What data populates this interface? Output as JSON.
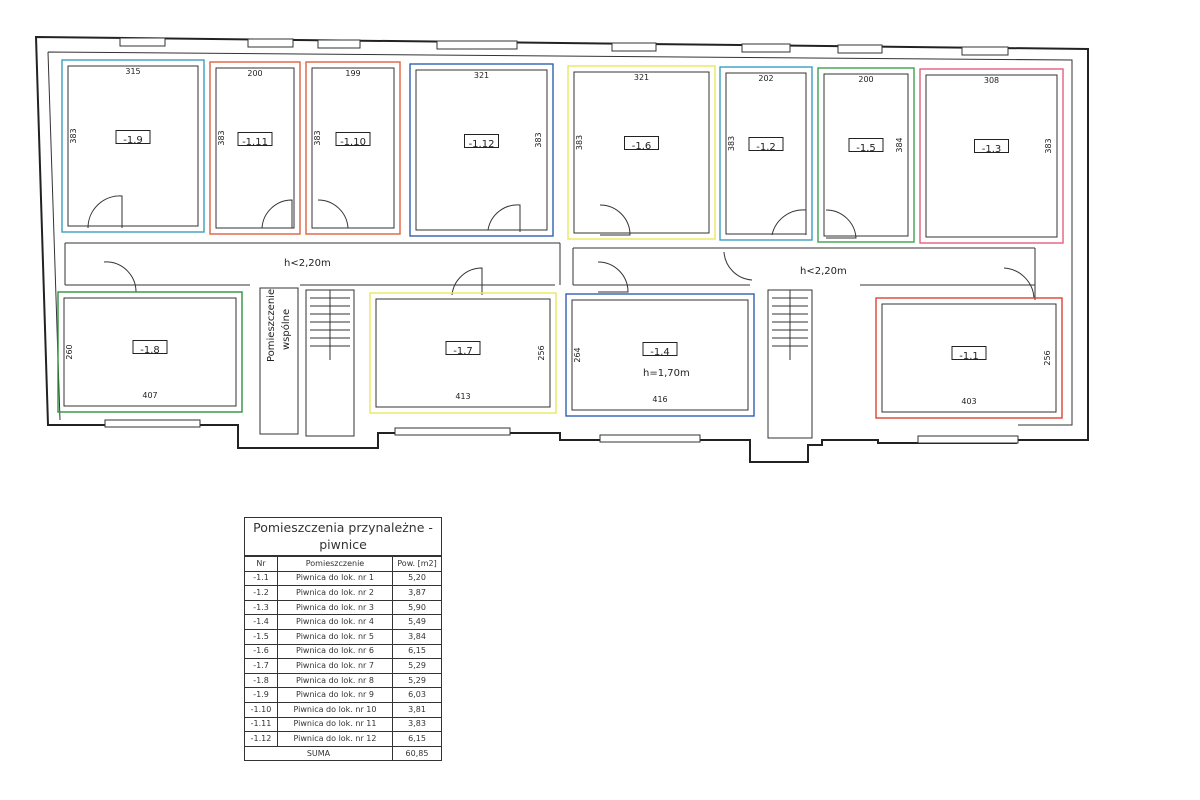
{
  "plan": {
    "corridor_left_height": "h<2,20m",
    "corridor_right_height": "h<2,20m",
    "common_room_label_line1": "Pomieszczenie",
    "common_room_label_line2": "wspólne",
    "room_1_4_height": "h=1,70m",
    "rooms": [
      {
        "id": "-1.9",
        "top": "315",
        "side": "383",
        "stroke": "#3aa0c0"
      },
      {
        "id": "-1.11",
        "top": "200",
        "side": "383",
        "stroke": "#e06040"
      },
      {
        "id": "-1.10",
        "top": "199",
        "side": "383",
        "stroke": "#e06040"
      },
      {
        "id": "-1.12",
        "top": "321",
        "side": "383",
        "stroke": "#3060b0"
      },
      {
        "id": "-1.6",
        "top": "321",
        "side": "383",
        "stroke": "#e8e860"
      },
      {
        "id": "-1.2",
        "top": "202",
        "side": "383",
        "stroke": "#3aa0c0"
      },
      {
        "id": "-1.5",
        "top": "200",
        "side": "384",
        "stroke": "#40a050"
      },
      {
        "id": "-1.3",
        "top": "308",
        "side": "383",
        "stroke": "#e06080"
      },
      {
        "id": "-1.8",
        "bottom": "407",
        "side": "260",
        "stroke": "#309040"
      },
      {
        "id": "-1.7",
        "bottom": "413",
        "side": "256",
        "stroke": "#e8e860"
      },
      {
        "id": "-1.4",
        "bottom": "416",
        "side": "264",
        "stroke": "#3060b0"
      },
      {
        "id": "-1.1",
        "bottom": "403",
        "side": "256",
        "stroke": "#e04030"
      }
    ]
  },
  "legend": {
    "title_line1": "Pomieszczenia przynależne -",
    "title_line2": "piwnice",
    "col_nr": "Nr",
    "col_room": "Pomieszczenie",
    "col_area": "Pow. [m2]",
    "rows": [
      {
        "nr": "-1.1",
        "name": "Piwnica do lok. nr 1",
        "area": "5,20"
      },
      {
        "nr": "-1.2",
        "name": "Piwnica do lok. nr 2",
        "area": "3,87"
      },
      {
        "nr": "-1.3",
        "name": "Piwnica do lok. nr 3",
        "area": "5,90"
      },
      {
        "nr": "-1.4",
        "name": "Piwnica do lok. nr 4",
        "area": "5,49"
      },
      {
        "nr": "-1.5",
        "name": "Piwnica do lok. nr 5",
        "area": "3,84"
      },
      {
        "nr": "-1.6",
        "name": "Piwnica do lok. nr 6",
        "area": "6,15"
      },
      {
        "nr": "-1.7",
        "name": "Piwnica do lok. nr 7",
        "area": "5,29"
      },
      {
        "nr": "-1.8",
        "name": "Piwnica do lok. nr 8",
        "area": "5,29"
      },
      {
        "nr": "-1.9",
        "name": "Piwnica do lok. nr 9",
        "area": "6,03"
      },
      {
        "nr": "-1.10",
        "name": "Piwnica do lok. nr 10",
        "area": "3,81"
      },
      {
        "nr": "-1.11",
        "name": "Piwnica do lok. nr 11",
        "area": "3,83"
      },
      {
        "nr": "-1.12",
        "name": "Piwnica do lok. nr 12",
        "area": "6,15"
      }
    ],
    "sum_label": "SUMA",
    "sum_value": "60,85"
  }
}
